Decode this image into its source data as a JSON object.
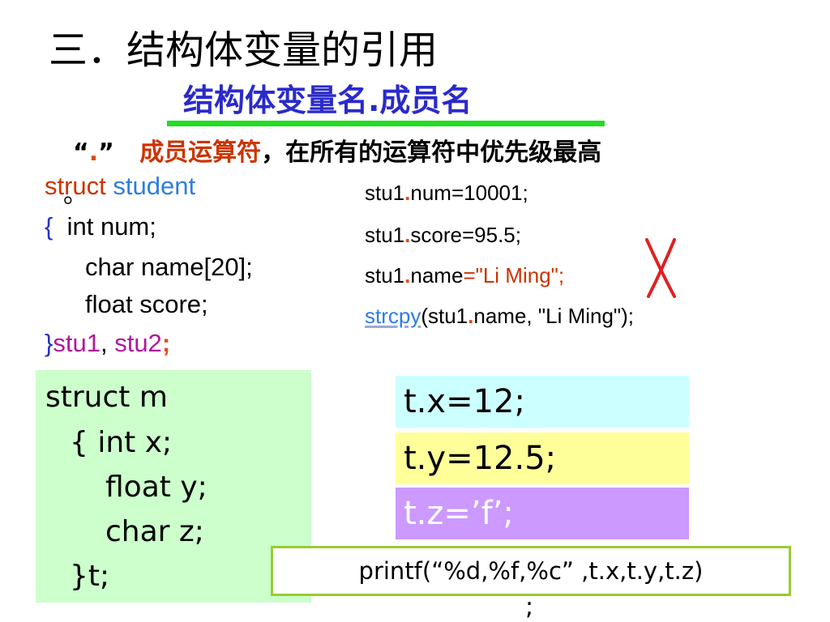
{
  "title": "三．结构体变量的引用",
  "subtitle": "结构体变量名.成员名",
  "operator_line": {
    "open_quote": "“",
    "dot": ".",
    "close_quote": "”",
    "red_text": "成员运算符",
    "black_text": "，在所有的运算符中优先级最高",
    "wrap": "。"
  },
  "struct_student": {
    "kw": "struct",
    "name": "student",
    "brace_open": "{",
    "line1": "int  num;",
    "line2": "char  name[20];",
    "line3": "float  score;",
    "brace_close": "}",
    "var1": "stu1",
    "comma": ", ",
    "var2": "stu2",
    "semicolon": ";"
  },
  "assignments": [
    {
      "var": "stu1",
      "dot": ".",
      "rest": "num=10001;"
    },
    {
      "var": "stu1",
      "dot": ".",
      "rest": "score=95.5;"
    },
    {
      "var": "stu1",
      "dot": ".",
      "member": "name",
      "value": "=\"Li Ming\";"
    },
    {
      "func": "strcpy",
      "open": "(stu1",
      "dot": ".",
      "rest": "name, \"Li Ming\");"
    }
  ],
  "struct_m": {
    "line1": "struct  m",
    "line2": "{ int x;",
    "line3": "float y;",
    "line4": "char z;",
    "line5": "}t;"
  },
  "member_boxes": {
    "x": "t.x=12;",
    "y": "t.y=12.5;",
    "z": "t.z=’f’;"
  },
  "printf_line": "printf(“%d,%f,%c” ,t.x,t.y,t.z)",
  "printf_semicolon": ";",
  "colors": {
    "subtitle": "#2a2acc",
    "underline": "#22dd22",
    "red": "#cc3300",
    "blue_keyword": "#2e7de0",
    "magenta": "#b0189a",
    "green_box": "#ccffcc",
    "cyan_box": "#ccffff",
    "yellow_box": "#ffff99",
    "purple_box": "#cc99ff",
    "printf_border": "#99cc33"
  },
  "icons": {
    "wrong_mark": "red-x-icon"
  }
}
